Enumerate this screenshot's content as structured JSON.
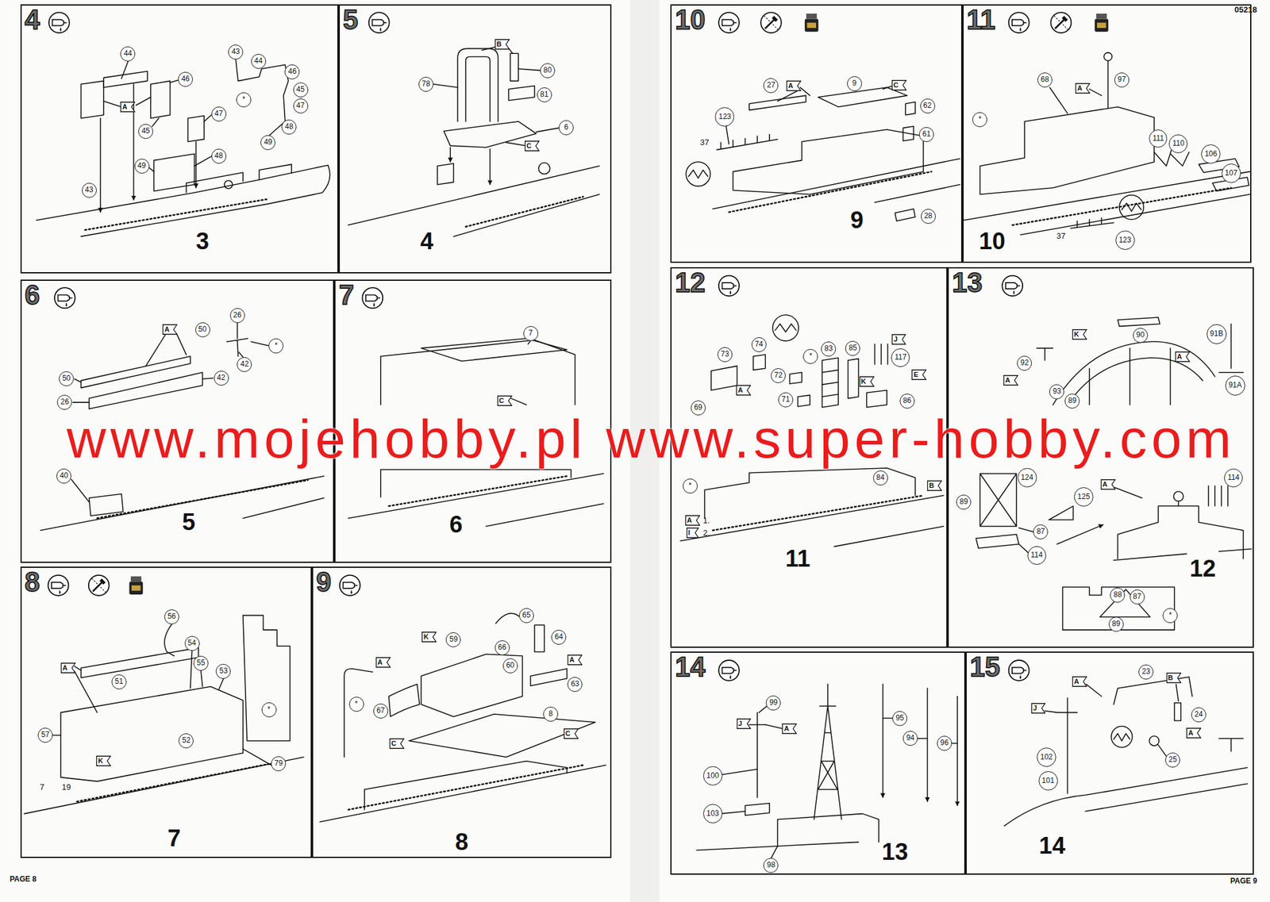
{
  "diagram": {
    "nodes": [
      {
        "text": [
          "4",
          "3"
        ]
      },
      {
        "text": [
          "44"
        ],
        "in": 0
      },
      {
        "text": [
          "46"
        ],
        "in": 0
      },
      {
        "text": [
          "A"
        ],
        "in": 0
      },
      {
        "text": [
          "45"
        ],
        "in": 0
      },
      {
        "text": [
          "47"
        ],
        "in": 0
      },
      {
        "text": [
          "48"
        ],
        "in": 0
      },
      {
        "text": [
          "49"
        ],
        "in": 0
      },
      {
        "text": [
          "43"
        ],
        "in": 0
      },
      {
        "text": [
          "43"
        ],
        "in": 0
      },
      {
        "text": [
          "44"
        ],
        "in": 0
      },
      {
        "text": [
          "46"
        ],
        "in": 0
      },
      {
        "text": [
          "45"
        ],
        "in": 0
      },
      {
        "text": [
          "47"
        ],
        "in": 0
      },
      {
        "text": [
          "48"
        ],
        "in": 0
      },
      {
        "text": [
          "49"
        ],
        "in": 0
      },
      {
        "text": [
          "*"
        ],
        "in": 0
      },
      {
        "text": [
          "5",
          "4"
        ]
      },
      {
        "text": [
          "B"
        ],
        "in": 17
      },
      {
        "text": [
          "80"
        ],
        "in": 17
      },
      {
        "text": [
          "78"
        ],
        "in": 17
      },
      {
        "text": [
          "81"
        ],
        "in": 17
      },
      {
        "text": [
          "6"
        ],
        "in": 17
      },
      {
        "text": [
          "C"
        ],
        "in": 17
      },
      {
        "text": [
          "6",
          "5"
        ]
      },
      {
        "text": [
          "A"
        ],
        "in": 24
      },
      {
        "text": [
          "26"
        ],
        "in": 24
      },
      {
        "text": [
          "50"
        ],
        "in": 24
      },
      {
        "text": [
          "*"
        ],
        "in": 24
      },
      {
        "text": [
          "42"
        ],
        "in": 24
      },
      {
        "text": [
          "50"
        ],
        "in": 24
      },
      {
        "text": [
          "42"
        ],
        "in": 24
      },
      {
        "text": [
          "26"
        ],
        "in": 24
      },
      {
        "text": [
          "40"
        ],
        "in": 24
      },
      {
        "text": [
          "7",
          "6"
        ]
      },
      {
        "text": [
          "7"
        ],
        "in": 34
      },
      {
        "text": [
          "C"
        ],
        "in": 34
      },
      {
        "text": [
          "8",
          "7"
        ]
      },
      {
        "text": [
          "56"
        ],
        "in": 37
      },
      {
        "text": [
          "54"
        ],
        "in": 37
      },
      {
        "text": [
          "55"
        ],
        "in": 37
      },
      {
        "text": [
          "53"
        ],
        "in": 37
      },
      {
        "text": [
          "A"
        ],
        "in": 37
      },
      {
        "text": [
          "51"
        ],
        "in": 37
      },
      {
        "text": [
          "*"
        ],
        "in": 37
      },
      {
        "text": [
          "57"
        ],
        "in": 37
      },
      {
        "text": [
          "52"
        ],
        "in": 37
      },
      {
        "text": [
          "K"
        ],
        "in": 37
      },
      {
        "text": [
          "79"
        ],
        "in": 37
      },
      {
        "text": [
          "9",
          "8"
        ]
      },
      {
        "text": [
          "65"
        ],
        "in": 49
      },
      {
        "text": [
          "64"
        ],
        "in": 49
      },
      {
        "text": [
          "K"
        ],
        "in": 49
      },
      {
        "text": [
          "59"
        ],
        "in": 49
      },
      {
        "text": [
          "66"
        ],
        "in": 49
      },
      {
        "text": [
          "A"
        ],
        "in": 49
      },
      {
        "text": [
          "A"
        ],
        "in": 49
      },
      {
        "text": [
          "60"
        ],
        "in": 49
      },
      {
        "text": [
          "63"
        ],
        "in": 49
      },
      {
        "text": [
          "*"
        ],
        "in": 49
      },
      {
        "text": [
          "67"
        ],
        "in": 49
      },
      {
        "text": [
          "8"
        ],
        "in": 49
      },
      {
        "text": [
          "C"
        ],
        "in": 49
      },
      {
        "text": [
          "C"
        ],
        "in": 49
      },
      {
        "text": [
          "10",
          "9"
        ]
      },
      {
        "text": [
          "27"
        ],
        "in": 64
      },
      {
        "text": [
          "A"
        ],
        "in": 64
      },
      {
        "text": [
          "9"
        ],
        "in": 64
      },
      {
        "text": [
          "C"
        ],
        "in": 64
      },
      {
        "text": [
          "62"
        ],
        "in": 64
      },
      {
        "text": [
          "123"
        ],
        "in": 64
      },
      {
        "text": [
          "61"
        ],
        "in": 64
      },
      {
        "text": [
          "28"
        ],
        "in": 64
      },
      {
        "text": [
          "11",
          "10"
        ]
      },
      {
        "text": [
          "68"
        ],
        "in": 73
      },
      {
        "text": [
          "A"
        ],
        "in": 73
      },
      {
        "text": [
          "97"
        ],
        "in": 73
      },
      {
        "text": [
          "*"
        ],
        "in": 73
      },
      {
        "text": [
          "111"
        ],
        "in": 73
      },
      {
        "text": [
          "110"
        ],
        "in": 73
      },
      {
        "text": [
          "106"
        ],
        "in": 73
      },
      {
        "text": [
          "107"
        ],
        "in": 73
      },
      {
        "text": [
          "123"
        ],
        "in": 73
      },
      {
        "text": [
          "12",
          "11"
        ]
      },
      {
        "text": [
          "73"
        ],
        "in": 83
      },
      {
        "text": [
          "74"
        ],
        "in": 83
      },
      {
        "text": [
          "*"
        ],
        "in": 83
      },
      {
        "text": [
          "83"
        ],
        "in": 83
      },
      {
        "text": [
          "85"
        ],
        "in": 83
      },
      {
        "text": [
          "J"
        ],
        "in": 83
      },
      {
        "text": [
          "117"
        ],
        "in": 83
      },
      {
        "text": [
          "72"
        ],
        "in": 83
      },
      {
        "text": [
          "K"
        ],
        "in": 83
      },
      {
        "text": [
          "E"
        ],
        "in": 83
      },
      {
        "text": [
          "A"
        ],
        "in": 83
      },
      {
        "text": [
          "71"
        ],
        "in": 83
      },
      {
        "text": [
          "69"
        ],
        "in": 83
      },
      {
        "text": [
          "86"
        ],
        "in": 83
      },
      {
        "text": [
          "B"
        ],
        "in": 83
      },
      {
        "text": [
          "84"
        ],
        "in": 83
      },
      {
        "text": [
          "*"
        ],
        "in": 83
      },
      {
        "text": [
          "A"
        ],
        "in": 83
      },
      {
        "text": [
          "I"
        ],
        "in": 83
      },
      {
        "text": [
          "13",
          "12"
        ]
      },
      {
        "text": [
          "K"
        ],
        "in": 103
      },
      {
        "text": [
          "90"
        ],
        "in": 103
      },
      {
        "text": [
          "91B"
        ],
        "in": 103
      },
      {
        "text": [
          "A"
        ],
        "in": 103
      },
      {
        "text": [
          "92"
        ],
        "in": 103
      },
      {
        "text": [
          "A"
        ],
        "in": 103
      },
      {
        "text": [
          "91A"
        ],
        "in": 103
      },
      {
        "text": [
          "93"
        ],
        "in": 103
      },
      {
        "text": [
          "89"
        ],
        "in": 103
      },
      {
        "text": [
          "124"
        ],
        "in": 103
      },
      {
        "text": [
          "A"
        ],
        "in": 103
      },
      {
        "text": [
          "125"
        ],
        "in": 103
      },
      {
        "text": [
          "114"
        ],
        "in": 103
      },
      {
        "text": [
          "89"
        ],
        "in": 103
      },
      {
        "text": [
          "87"
        ],
        "in": 103
      },
      {
        "text": [
          "114"
        ],
        "in": 103
      },
      {
        "text": [
          "88"
        ],
        "in": 103
      },
      {
        "text": [
          "87"
        ],
        "in": 103
      },
      {
        "text": [
          "89"
        ],
        "in": 103
      },
      {
        "text": [
          "*"
        ],
        "in": 103
      },
      {
        "text": [
          "14",
          "13"
        ]
      },
      {
        "text": [
          "99"
        ],
        "in": 124
      },
      {
        "text": [
          "95"
        ],
        "in": 124
      },
      {
        "text": [
          "J"
        ],
        "in": 124
      },
      {
        "text": [
          "A"
        ],
        "in": 124
      },
      {
        "text": [
          "94"
        ],
        "in": 124
      },
      {
        "text": [
          "96"
        ],
        "in": 124
      },
      {
        "text": [
          "100"
        ],
        "in": 124
      },
      {
        "text": [
          "103"
        ],
        "in": 124
      },
      {
        "text": [
          "98"
        ],
        "in": 124
      },
      {
        "text": [
          "15",
          "14"
        ]
      },
      {
        "text": [
          "23"
        ],
        "in": 134
      },
      {
        "text": [
          "A"
        ],
        "in": 134
      },
      {
        "text": [
          "B"
        ],
        "in": 134
      },
      {
        "text": [
          "J"
        ],
        "in": 134
      },
      {
        "text": [
          "24"
        ],
        "in": 134
      },
      {
        "text": [
          "A"
        ],
        "in": 134
      },
      {
        "text": [
          "102"
        ],
        "in": 134
      },
      {
        "text": [
          "25"
        ],
        "in": 134
      },
      {
        "text": [
          "101"
        ],
        "in": 134
      }
    ],
    "labels": [
      "05218",
      "PAGE 8",
      "PAGE 9",
      "www.mojehobby.pl www.super-hobby.com",
      "7",
      "19",
      "37",
      "37",
      "1.",
      "2."
    ]
  }
}
